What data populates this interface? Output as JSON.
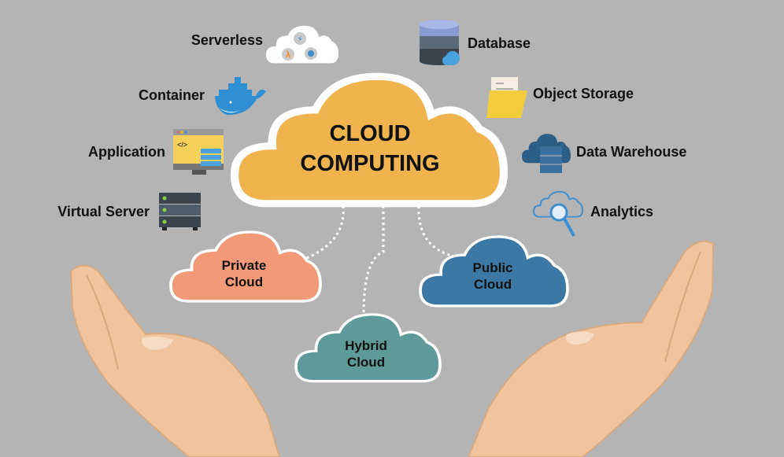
{
  "title": {
    "line1": "CLOUD",
    "line2": "COMPUTING"
  },
  "left_items": [
    {
      "label": "Serverless",
      "icon": "serverless-cloud-icon"
    },
    {
      "label": "Container",
      "icon": "docker-whale-icon"
    },
    {
      "label": "Application",
      "icon": "application-window-icon"
    },
    {
      "label": "Virtual Server",
      "icon": "server-rack-icon"
    }
  ],
  "right_items": [
    {
      "label": "Database",
      "icon": "database-icon"
    },
    {
      "label": "Object Storage",
      "icon": "folder-icon"
    },
    {
      "label": "Data Warehouse",
      "icon": "data-warehouse-icon"
    },
    {
      "label": "Analytics",
      "icon": "analytics-magnifier-icon"
    }
  ],
  "deployment_clouds": [
    {
      "line1": "Private",
      "line2": "Cloud",
      "color": "#f29a78"
    },
    {
      "line1": "Hybrid",
      "line2": "Cloud",
      "color": "#5f9a9a"
    },
    {
      "line1": "Public",
      "line2": "Cloud",
      "color": "#3b78a5"
    }
  ],
  "colors": {
    "background": "#b4b4b4",
    "main_cloud": "#efb44e",
    "skin": "#f0c49e"
  }
}
